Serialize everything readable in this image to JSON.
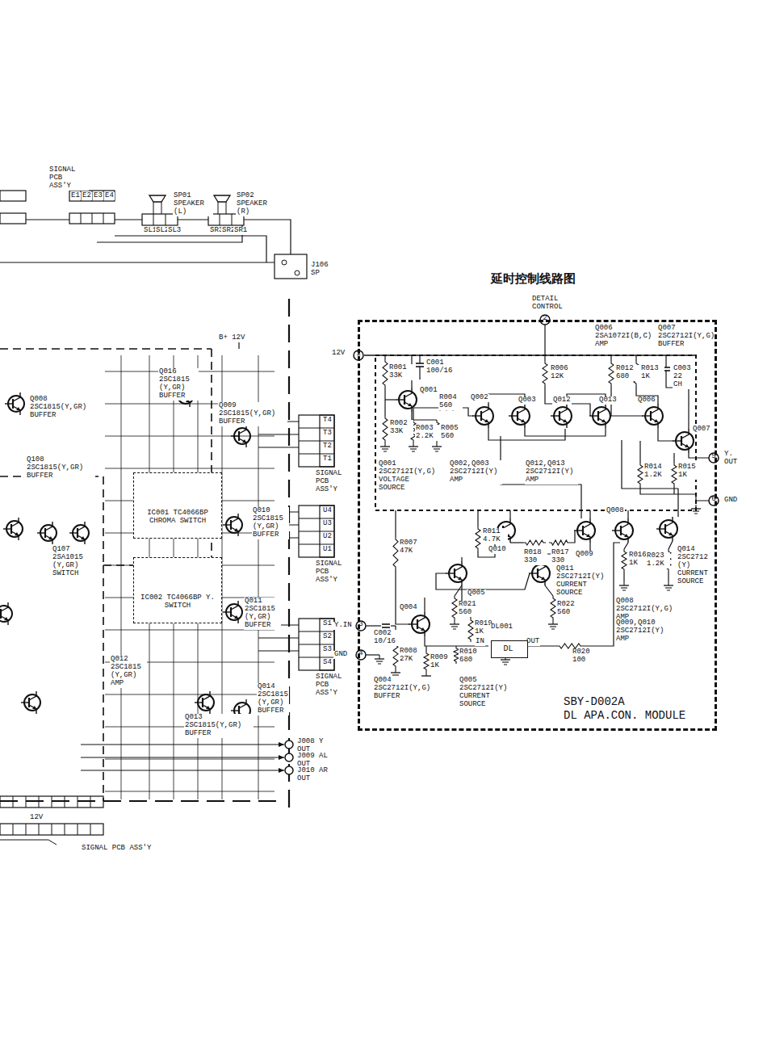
{
  "diagram": {
    "title": "延时控制线路图",
    "nodes": [
      {
        "text": [
          "SBY-D002A",
          "DL APA.CON. MODULE"
        ]
      },
      {
        "text": [
          "DL"
        ],
        "in": 0
      },
      {
        "text": [
          "IC001 TC4066BP CHROMA SWITCH"
        ]
      },
      {
        "text": [
          "IC002 TC4066BP Y. SWITCH"
        ]
      }
    ],
    "labels": [
      "DETAIL CONTROL",
      "2",
      "12V",
      "1",
      "Q006 2SA1072I(B,C) AMP",
      "Q007 2SC2712I(Y,G) BUFFER",
      "R001 33K",
      "C001 100/16",
      "Q001",
      "Q002",
      "Q003",
      "Q012",
      "Q013",
      "Q006",
      "R006 12K",
      "R012 680",
      "R013 1K",
      "C003 22 CH",
      "Q007",
      "R004 560",
      "R002 33K",
      "R003 2.2K",
      "R005 560",
      "Q001 2SC2712I(Y,G) VOLTAGE SOURCE",
      "Q002,Q003 2SC2712I(Y) AMP",
      "Q012,Q013 2SC2712I(Y) AMP",
      "R014 1.2K",
      "R015 1K",
      "5",
      "Y. OUT",
      "6",
      "GND",
      "R007 47K",
      "R011 4.7K",
      "R018 330",
      "R017 330",
      "Q008",
      "Q010",
      "Q009",
      "Q011 2SC2712I(Y) CURRENT SOURCE",
      "R016 1K",
      "R023 1.2K",
      "Q014 2SC2712 (Y) CURRENT SOURCE",
      "Q005",
      "R021 560",
      "R022 560",
      "Q008 2SC2712I(Y,G) AMP",
      "Q009,Q010 2SC2712I(Y) AMP",
      "Y.IN",
      "3",
      "GND",
      "4",
      "C002 10/16",
      "Q004",
      "R019 1K",
      "DL001",
      "IN",
      "OUT",
      "R008 27K",
      "R009 1K",
      "R010 680",
      "R020 100",
      "Q004 2SC2712I(Y,G) BUFFER",
      "Q005 2SC2712I(Y) CURRENT SOURCE",
      "SIGNAL PCB ASS'Y",
      "E1",
      "E2",
      "E3",
      "E4",
      "SP01 SPEAKER (L)",
      "SP02 SPEAKER (R)",
      "SL1",
      "SL2",
      "SL3",
      "SR3",
      "SR2",
      "SR1",
      "J106 SP",
      "B+ 12V",
      "Q016 2SC1815 (Y,GR) BUFFER",
      "Q008 2SC1815(Y,GR) BUFFER",
      "Q009 2SC1815(Y,GR) BUFFER",
      "Q108 2SC1815(Y,GR) BUFFER",
      "Q107 2SA1015 (Y,GR) SWITCH",
      "Q010 2SC1815 (Y,GR) BUFFER",
      "Q011 2SC1815 (Y,GR) BUFFER",
      "Q012 2SC1815 (Y,GR) AMP",
      "Q013 2SC1815(Y,GR) BUFFER",
      "Q014 2SC1815 (Y,GR) BUFFER",
      "T4",
      "T3",
      "T2",
      "T1",
      "SIGNAL PCB ASS'Y",
      "U4",
      "U3",
      "U2",
      "U1",
      "SIGNAL PCB ASS'Y",
      "S1",
      "S2",
      "S3",
      "S4",
      "SIGNAL PCB ASS'Y",
      "J008 Y OUT",
      "J009 AL OUT",
      "J010 AR OUT",
      "12V",
      "SIGNAL PCB ASS'Y"
    ]
  }
}
